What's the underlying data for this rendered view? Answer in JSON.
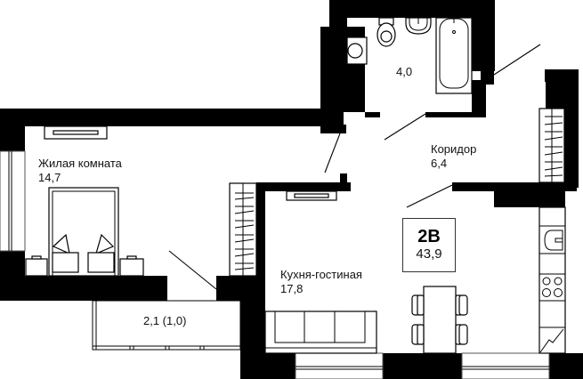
{
  "apartment": {
    "type": "2В",
    "total_area": "43,9"
  },
  "rooms": [
    {
      "id": "living-room",
      "name": "Жилая комната",
      "area": "14,7"
    },
    {
      "id": "bathroom",
      "name": "",
      "area": "4,0"
    },
    {
      "id": "corridor",
      "name": "Коридор",
      "area": "6,4"
    },
    {
      "id": "kitchen-living",
      "name": "Кухня-гостиная",
      "area": "17,8"
    },
    {
      "id": "balcony",
      "name": "",
      "area": "2,1 (1,0)"
    }
  ],
  "colors": {
    "wall": "#000000",
    "background": "#ffffff",
    "line": "#000000"
  }
}
